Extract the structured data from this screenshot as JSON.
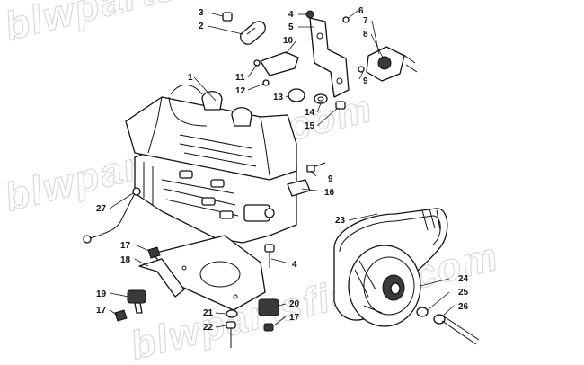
{
  "watermark": "blwpartsfiche.com",
  "callouts": [
    {
      "id": "c1",
      "label": "1"
    },
    {
      "id": "c2",
      "label": "2"
    },
    {
      "id": "c3",
      "label": "3"
    },
    {
      "id": "c4a",
      "label": "4"
    },
    {
      "id": "c5",
      "label": "5"
    },
    {
      "id": "c6",
      "label": "6"
    },
    {
      "id": "c7",
      "label": "7"
    },
    {
      "id": "c8",
      "label": "8"
    },
    {
      "id": "c9a",
      "label": "9"
    },
    {
      "id": "c10",
      "label": "10"
    },
    {
      "id": "c11",
      "label": "11"
    },
    {
      "id": "c12",
      "label": "12"
    },
    {
      "id": "c13",
      "label": "13"
    },
    {
      "id": "c14",
      "label": "14"
    },
    {
      "id": "c15",
      "label": "15"
    },
    {
      "id": "c9b",
      "label": "9"
    },
    {
      "id": "c16",
      "label": "16"
    },
    {
      "id": "c23",
      "label": "23"
    },
    {
      "id": "c27",
      "label": "27"
    },
    {
      "id": "c17a",
      "label": "17"
    },
    {
      "id": "c18",
      "label": "18"
    },
    {
      "id": "c4b",
      "label": "4"
    },
    {
      "id": "c19",
      "label": "19"
    },
    {
      "id": "c17b",
      "label": "17"
    },
    {
      "id": "c24",
      "label": "24"
    },
    {
      "id": "c25",
      "label": "25"
    },
    {
      "id": "c26",
      "label": "26"
    },
    {
      "id": "c20",
      "label": "20"
    },
    {
      "id": "c21",
      "label": "21"
    },
    {
      "id": "c17c",
      "label": "17"
    },
    {
      "id": "c22",
      "label": "22"
    }
  ]
}
